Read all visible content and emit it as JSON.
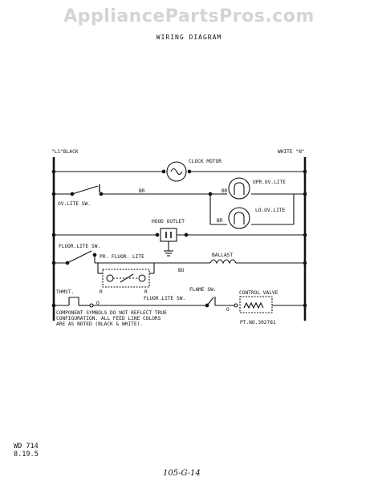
{
  "watermark": "AppliancePartsPros.com",
  "title": "WIRING DIAGRAM",
  "rails": {
    "left": "\"L1\"BLACK",
    "right": "WHITE \"N\""
  },
  "components": {
    "clock_motor": "CLOCK MOTOR",
    "upper_oven_lite": "UPR.OV.LITE",
    "lower_oven_lite": "LO.OV.LITE",
    "oven_lite_switch": "OV.LITE SW.",
    "hood_outlet": "HOOD OUTLET",
    "fluor_lite_switch": "FLUOR.LITE SW.",
    "pr_fluor_lite": "PR. FLUOR. LITE",
    "ballast": "BALLAST",
    "thermostat": "THMST.",
    "fluor_lite_switch_2": "FLUOR.LITE SW.",
    "flame_switch": "FLAME SW.",
    "control_valve": "CONTROL VALVE"
  },
  "wire_labels": {
    "br_1": "BR",
    "br_2": "BR",
    "br_3": "BR",
    "bu": "BU",
    "r_1": "R",
    "r_2": "R",
    "o_1": "O",
    "o_2": "O"
  },
  "note_lines": [
    "COMPONENT SYMBOLS DO NOT REFLECT TRUE",
    "CONFIGURATION.  ALL FEED LINE COLORS",
    "ARE AS NOTED (BLACK & WHITE)."
  ],
  "part_number": "PT.NO.302781",
  "footer": {
    "code": "WD 714",
    "date": "8.19.5",
    "handwritten": "105-G-14"
  }
}
